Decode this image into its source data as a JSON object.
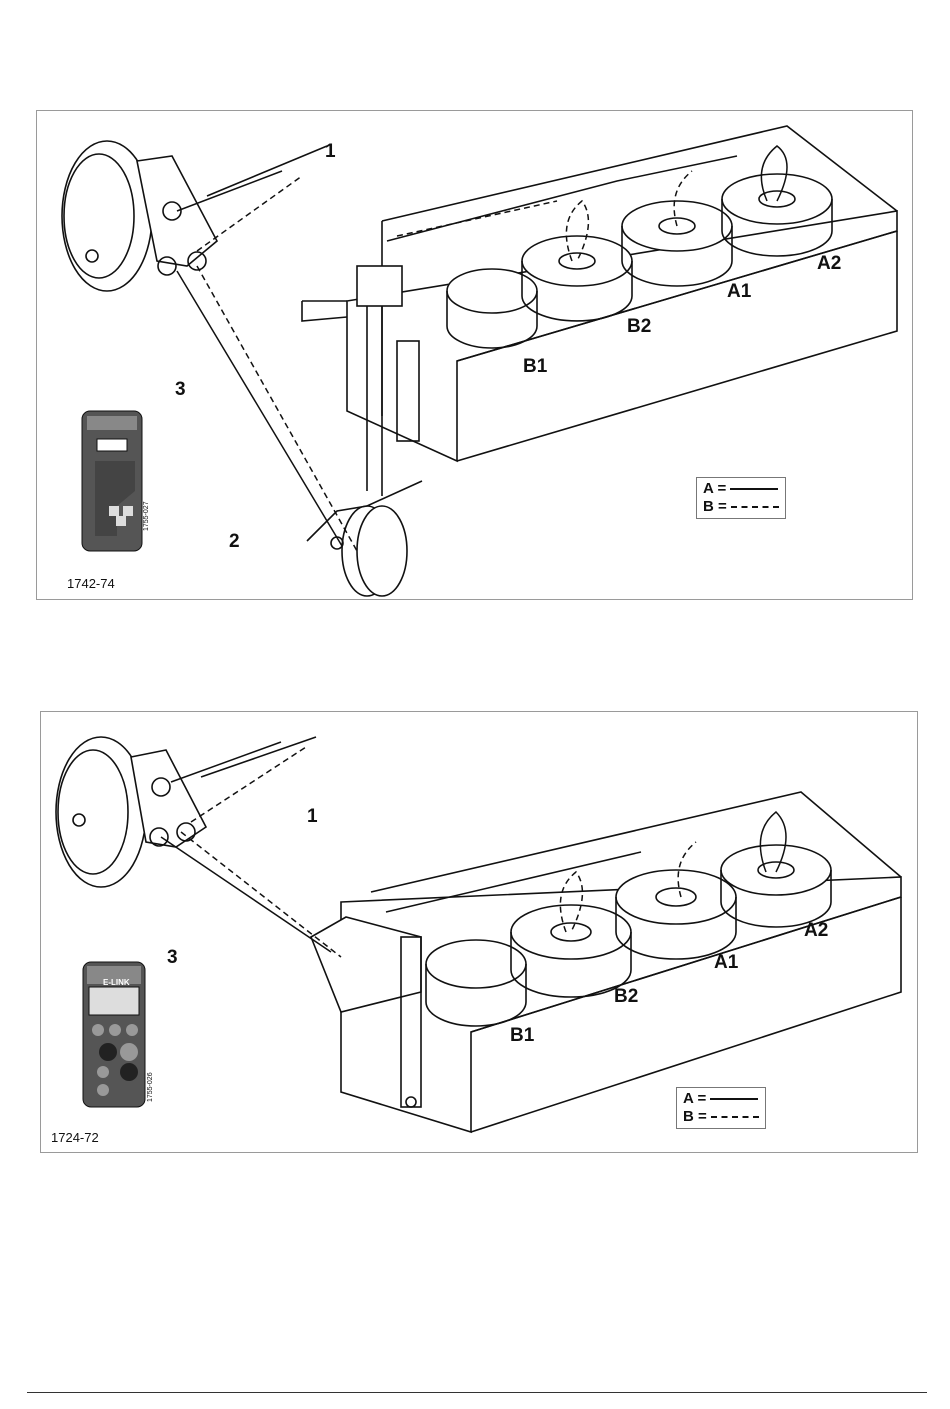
{
  "figures": [
    {
      "id": "1742-74",
      "remote_label": "1755-027",
      "callouts": {
        "c1": "1",
        "c2": "2",
        "c3": "3"
      },
      "rolls": {
        "a1": "A1",
        "a2": "A2",
        "b1": "B1",
        "b2": "B2"
      },
      "legend": {
        "a": "A =",
        "b": "B ="
      }
    },
    {
      "id": "1724-72",
      "remote_label": "1755-026",
      "remote_brand": "E-LINK",
      "callouts": {
        "c1": "1",
        "c3": "3"
      },
      "rolls": {
        "a1": "A1",
        "a2": "A2",
        "b1": "B1",
        "b2": "B2"
      },
      "legend": {
        "a": "A =",
        "b": "B ="
      }
    }
  ]
}
